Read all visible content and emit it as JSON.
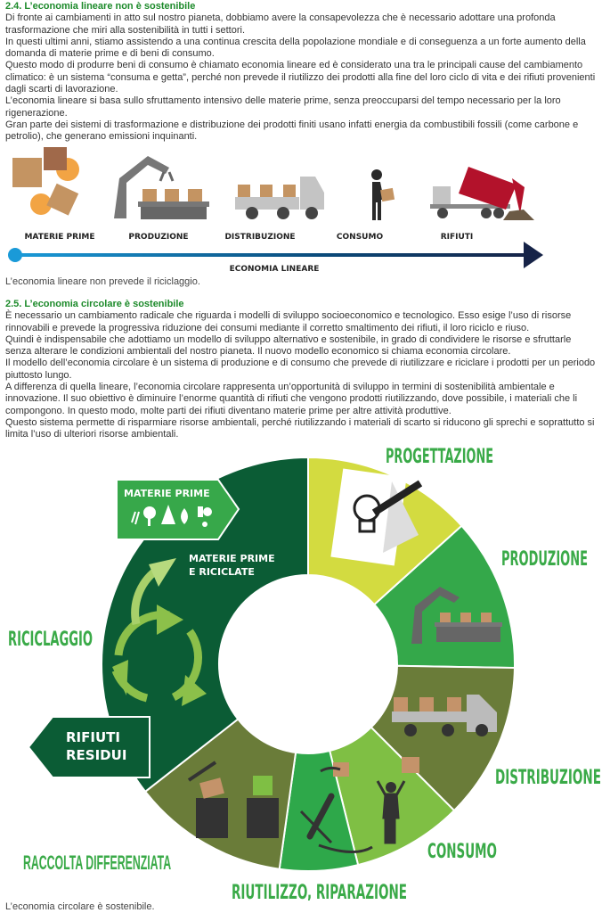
{
  "section1": {
    "heading": "2.4. L’economia lineare non è sostenibile",
    "paragraphs": [
      "Di fronte ai cambiamenti in atto sul nostro pianeta, dobbiamo avere la consapevolezza che è necessario adottare una profonda trasformazione che miri alla sostenibilità in tutti i settori.",
      "In questi ultimi anni, stiamo assistendo a una continua crescita della popolazione mondiale e di conseguenza a un forte aumento della domanda di materie prime e di beni di consumo.",
      "Questo modo di produrre beni di consumo è chiamato economia lineare ed è considerato una tra le principali cause del cambiamento climatico: è un sistema “consuma e getta”, perché non prevede il riutilizzo dei prodotti alla fine del loro ciclo di vita e dei rifiuti provenienti dagli scarti di lavorazione.",
      "L’economia lineare si basa sullo sfruttamento intensivo delle materie prime, senza preoccuparsi del tempo necessario per la loro rigenerazione.",
      "Gran parte dei sistemi di trasformazione e distribuzione dei prodotti finiti usano infatti energia da combustibili fossili (come carbone e petrolio), che generano emissioni inquinanti."
    ]
  },
  "linear_figure": {
    "stages": [
      "MATERIE PRIME",
      "PRODUZIONE",
      "DISTRIBUZIONE",
      "CONSUMO",
      "RIFIUTI"
    ],
    "arrow_label": "ECONOMIA LINEARE",
    "caption": "L’economia lineare non prevede il riciclaggio."
  },
  "section2": {
    "heading": "2.5. L’economia circolare è sostenibile",
    "paragraphs": [
      "È necessario un cambiamento radicale che riguarda i modelli di sviluppo socioeconomico e tecnologico. Esso esige l’uso di risorse rinnovabili e prevede la progressiva riduzione dei consumi mediante il corretto smaltimento dei rifiuti, il loro riciclo e riuso.",
      "Quindi è indispensabile che adottiamo un modello di sviluppo alternativo e sostenibile, in grado di condividere le risorse e sfruttarle senza alterare le condizioni ambientali del nostro pianeta. Il nuovo modello economico si chiama economia circolare.",
      "Il modello dell’economia circolare è un sistema di produzione e di consumo che prevede di riutilizzare e riciclare i prodotti per un periodo piuttosto lungo.",
      "A differenza di quella lineare, l’economia circolare rappresenta un’opportunità di sviluppo in termini di sostenibilità ambientale e innovazione. Il suo obiettivo è diminuire l’enorme quantità di rifiuti che vengono prodotti riutilizzando, dove possibile, i materiali che li compongono. In questo modo, molte parti dei rifiuti diventano materie prime per altre attività produttive.",
      "Questo sistema permette di risparmiare risorse ambientali, perché riutilizzando i materiali di scarto si riducono gli sprechi e soprattutto si limita l’uso di ulteriori risorse ambientali."
    ]
  },
  "circular_figure": {
    "segments": [
      {
        "label": "PROGETTAZIONE",
        "color": "#d3db40"
      },
      {
        "label": "PRODUZIONE",
        "color": "#34a84a"
      },
      {
        "label": "DISTRIBUZIONE",
        "color": "#6a7c39"
      },
      {
        "label": "CONSUMO",
        "color": "#7fbf44"
      },
      {
        "label": "RIUTILIZZO, RIPARAZIONE",
        "color": "#2ea84a"
      },
      {
        "label": "RACCOLTA DIFFERENZIATA",
        "color": "#6a7c39"
      },
      {
        "label": "RICICLAGGIO",
        "color": "#0b5c35"
      }
    ],
    "materie_prime_tag": "MATERIE PRIME",
    "center_label_line1": "MATERIE PRIME",
    "center_label_line2": "E RICICLATE",
    "rifiuti_tag_line1": "RIFIUTI",
    "rifiuti_tag_line2": "RESIDUI",
    "label_color": "#3aaa48",
    "caption": "L’economia circolare è sostenibile."
  }
}
